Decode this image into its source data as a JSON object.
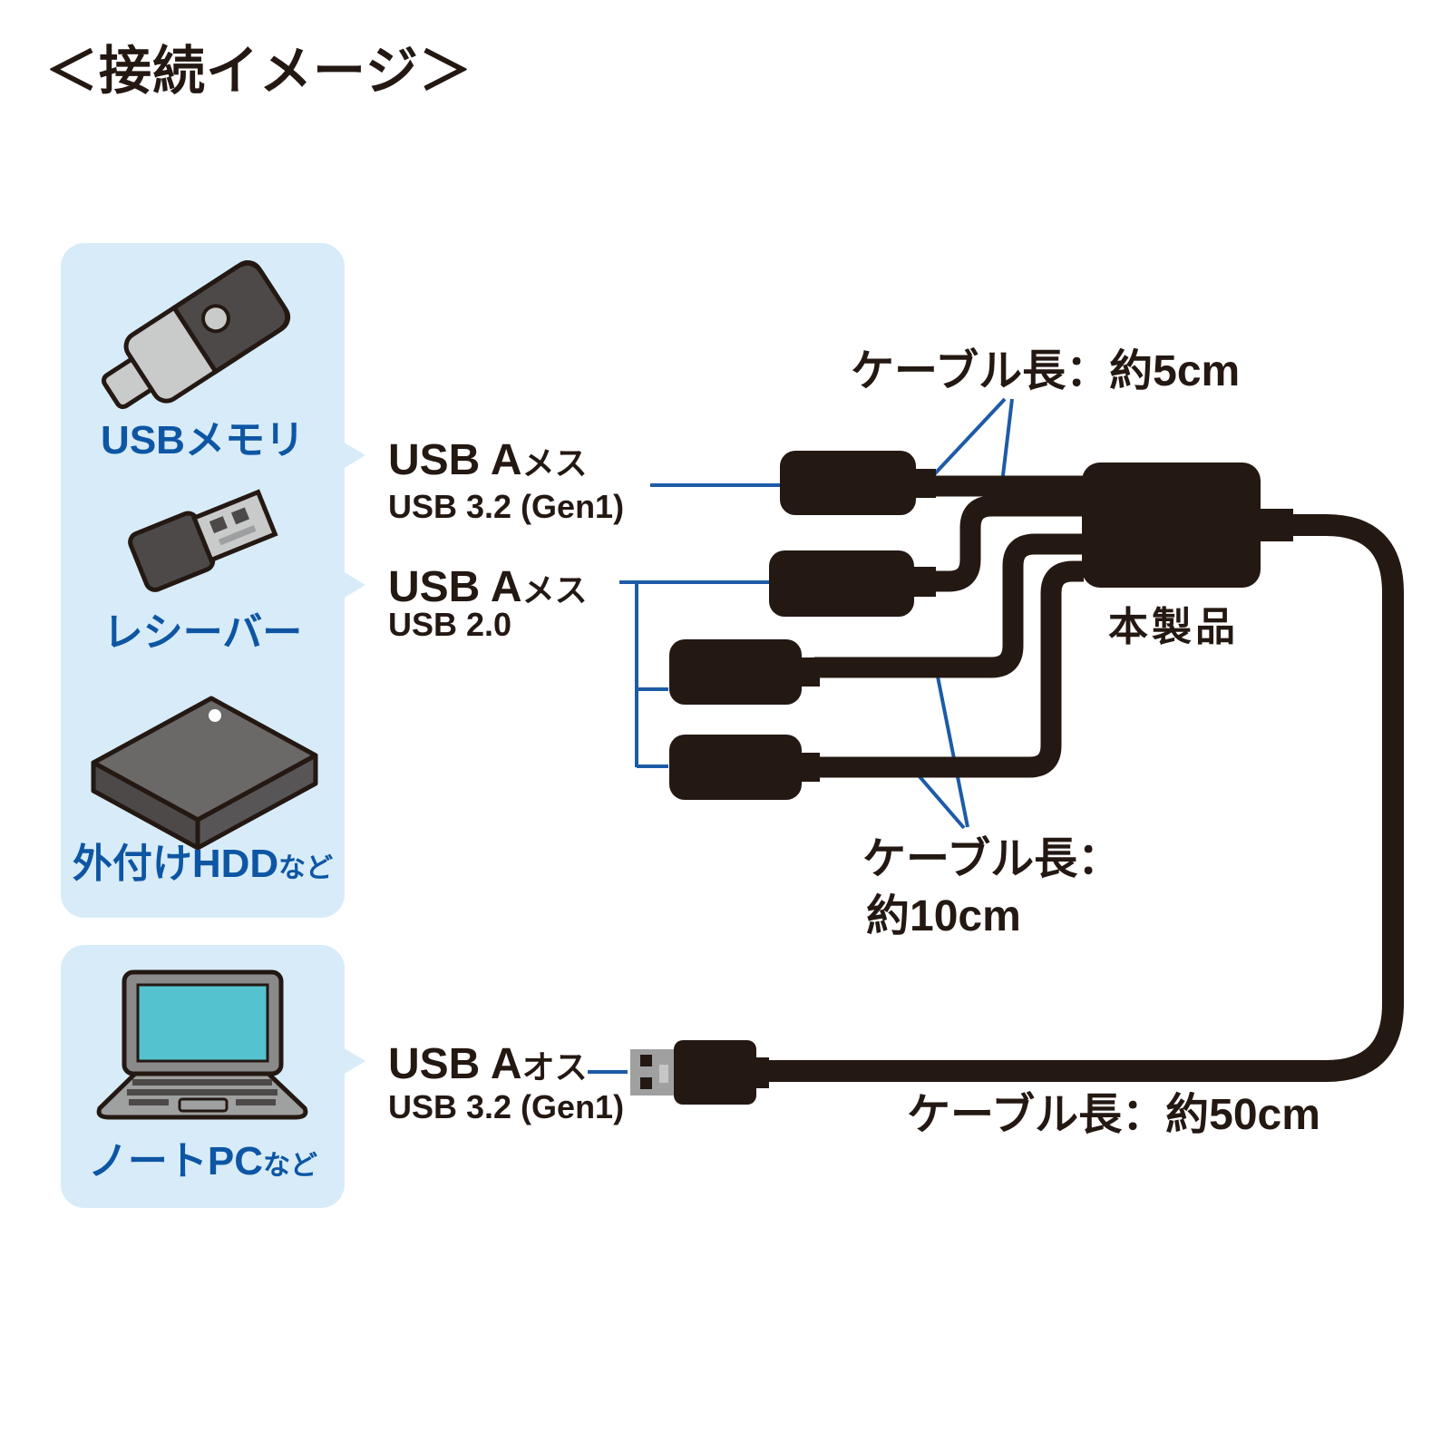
{
  "page": {
    "title": "＜接続イメージ＞"
  },
  "colors": {
    "panel_blue": "#d7ecf8",
    "label_blue": "#0e56a4",
    "ink_black": "#241813",
    "annotation_blue": "#1e5ba7",
    "metal_gray": "#a0a0a1",
    "screen_teal": "#54c3cf"
  },
  "device_panel": {
    "groups": [
      {
        "items": [
          {
            "icon": "usb-memory-icon",
            "label": "USBメモリ",
            "suffix": ""
          },
          {
            "icon": "wireless-receiver-icon",
            "label": "レシーバー",
            "suffix": ""
          },
          {
            "icon": "external-hdd-icon",
            "label": "外付けHDD",
            "suffix": "など"
          }
        ]
      },
      {
        "items": [
          {
            "icon": "laptop-icon",
            "label": "ノートPC",
            "suffix": "など"
          }
        ]
      }
    ]
  },
  "ports": [
    {
      "latin": "USB A",
      "kana": "メス",
      "spec": "USB 3.2 (Gen1)"
    },
    {
      "latin": "USB A",
      "kana": "メス",
      "spec": "USB 2.0"
    },
    {
      "latin": "USB A",
      "kana": "オス",
      "spec": "USB 3.2 (Gen1)"
    }
  ],
  "product_label": "本製品",
  "cable_notes": {
    "five_cm": "ケーブル長：約5cm",
    "ten_cm_line1": "ケーブル長：",
    "ten_cm_line2": "約10cm",
    "fifty_cm": "ケーブル長：約50cm"
  }
}
